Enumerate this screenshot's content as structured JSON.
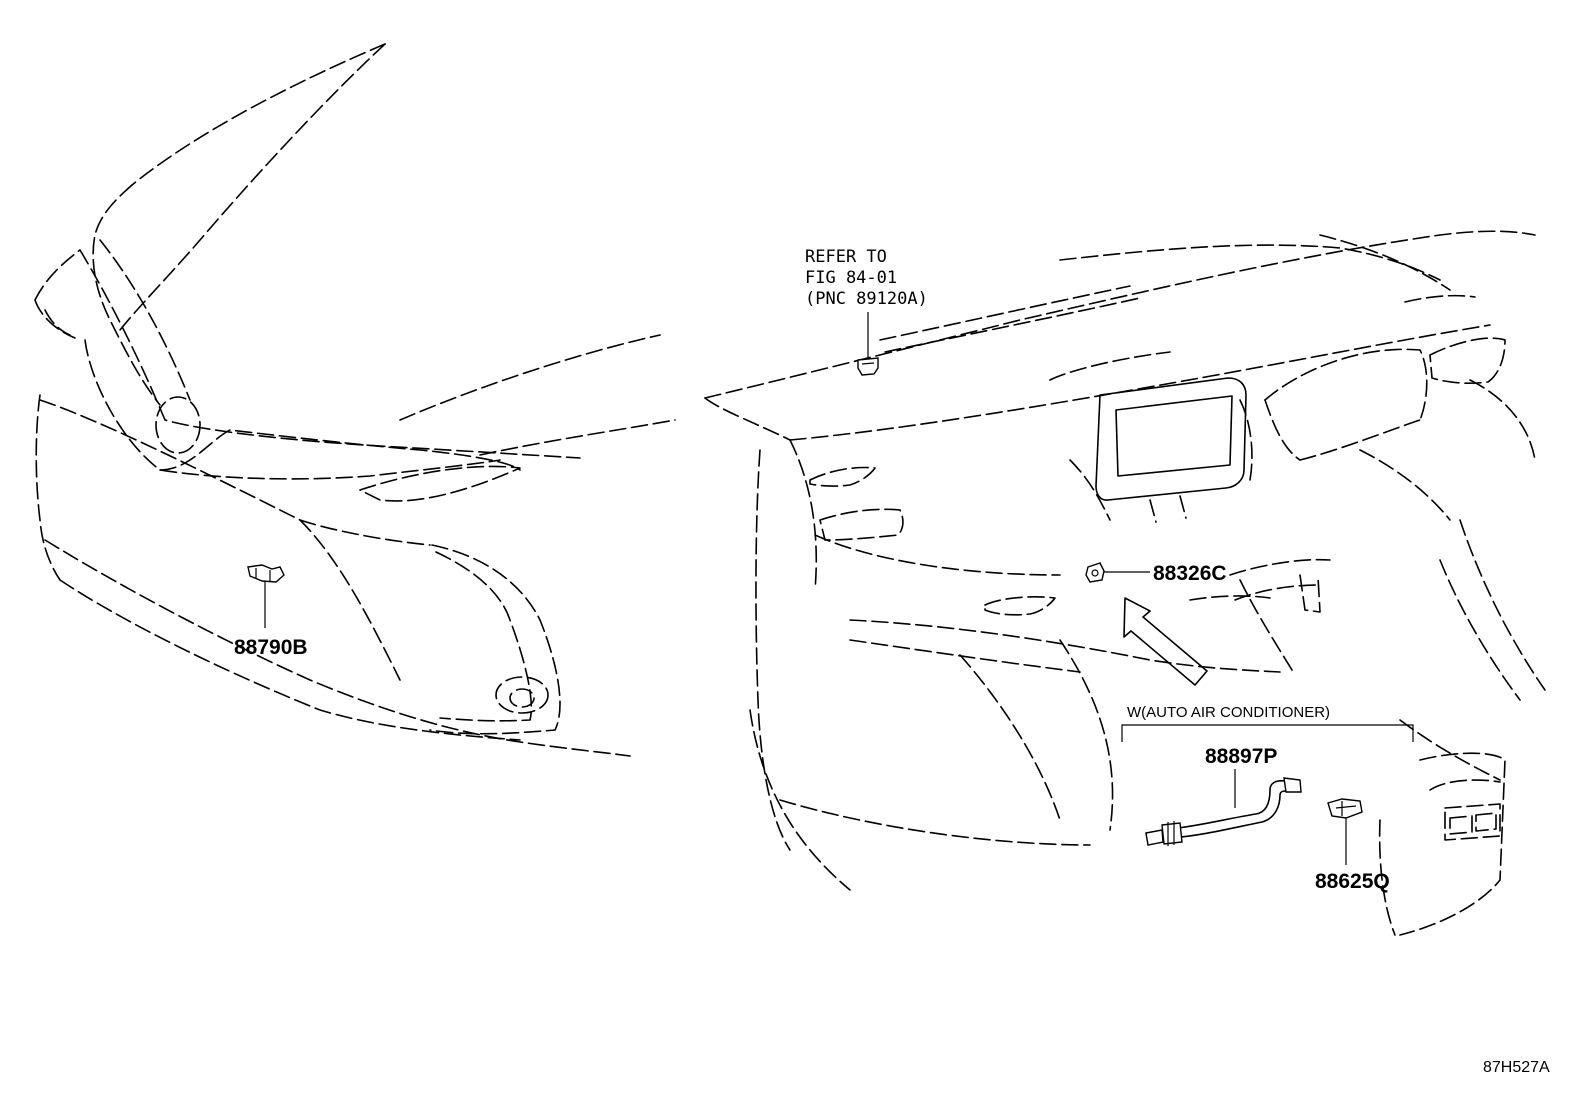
{
  "parts": {
    "p88790b": "88790B",
    "p88326c": "88326C",
    "p88897p": "88897P",
    "p88625q": "88625Q"
  },
  "reference": {
    "line1": "REFER TO",
    "line2": "FIG 84-01",
    "line3": "(PNC 89120A)"
  },
  "condition_note": "W(AUTO AIR CONDITIONER)",
  "figure_id": "87H527A"
}
